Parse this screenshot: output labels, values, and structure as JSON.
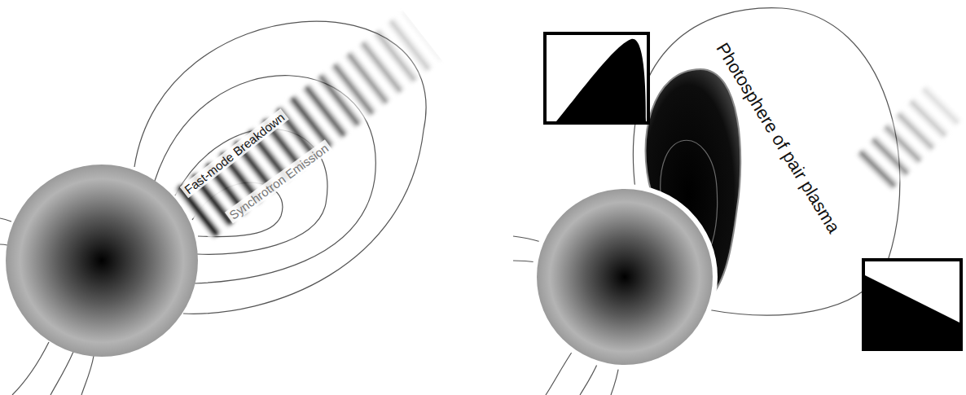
{
  "diagram": {
    "labels": [
      "Fast-mode Breakdown",
      "Synchrotron Emission",
      "Photosphere of pair plasma"
    ]
  }
}
